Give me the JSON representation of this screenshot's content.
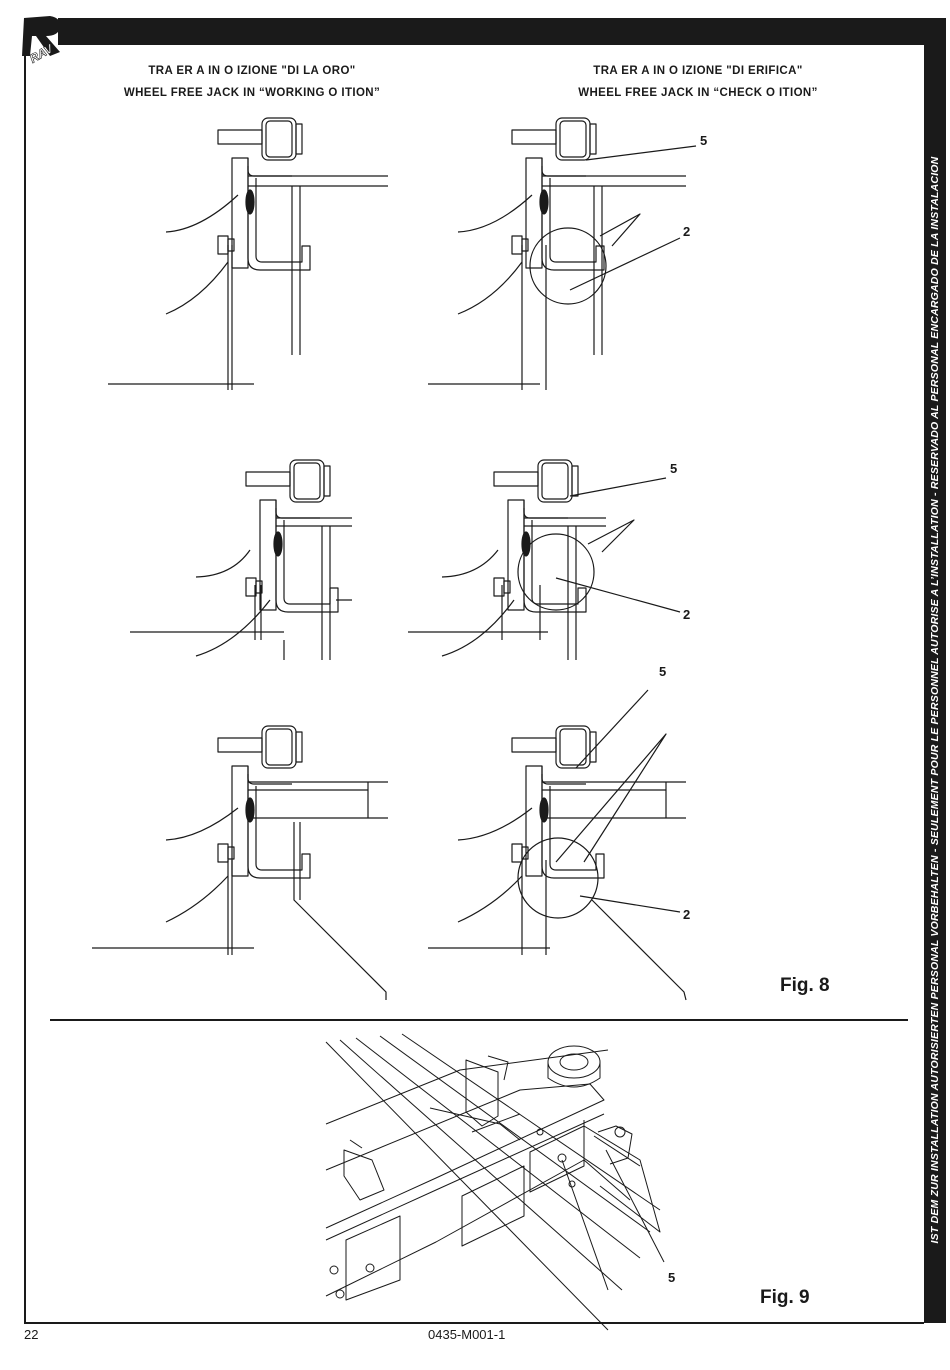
{
  "captions": {
    "left_line1": "TRA  ER  A IN    O  IZIONE \"DI  LA  ORO\"",
    "left_line2": "WHEEL FREE  JACK  IN  “WORKING    O  ITION”",
    "right_line1": "TRA  ER  A IN    O  IZIONE \"DI    ERIFICA\"",
    "right_line2": "WHEEL FREE  JACK  IN  “CHECK    O  ITION”"
  },
  "callouts": {
    "c1": "5",
    "c2": "2",
    "c3": "5",
    "c4": "2",
    "c5": "5",
    "c6": "2",
    "c7": "5"
  },
  "figures": {
    "fig8": "Fig. 8",
    "fig9": "Fig. 9"
  },
  "side_strip_text": "IST DEM ZUR INSTALLATION AUTORISIERTEN PERSONAL VORBEHALTEN - SEULEMENT POUR LE PERSONNEL AUTORISE A L’INSTALLATION - RESERVADO AL PERSONAL ENCARGADO DE LA INSTALACION",
  "footer": {
    "page_number": "22",
    "document_code": "0435-M001-1"
  },
  "logo": {
    "icon": "ravaglioli-logo-icon",
    "text": "RAV"
  }
}
